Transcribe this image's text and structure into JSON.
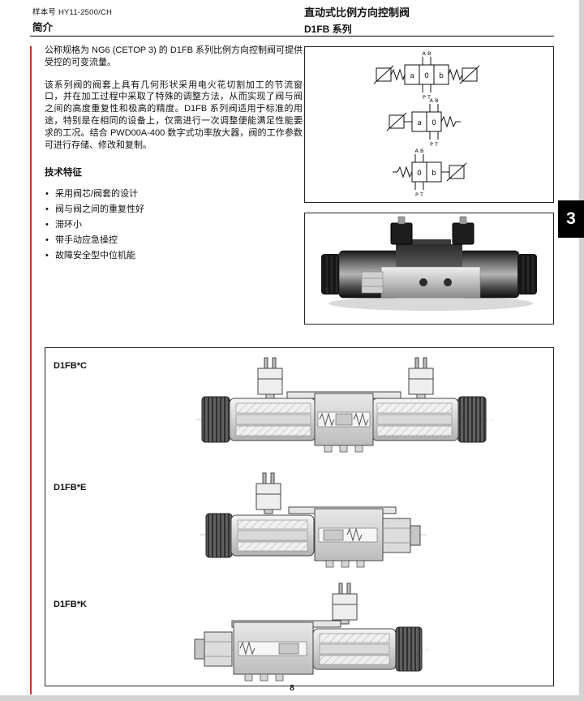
{
  "header": {
    "catalog_no": "样本号 HY11-2500/CH",
    "section": "简介",
    "title": "直动式比例方向控制阀",
    "series": "D1FB 系列",
    "chapter_tab": "3"
  },
  "intro": {
    "para1": "公称规格为 NG6 (CETOP 3) 的 D1FB 系列比例方向控制阀可提供受控的可变流量。",
    "para2": "该系列阀的阀套上具有几何形状采用电火花切割加工的节流窗口，并在加工过程中采取了特殊的调整方法，从而实现了阀与阀之间的高度重复性和极高的精度。D1FB 系列阀适用于标准的用途，特别是在相同的设备上，仅需进行一次调整便能满足性能要求的工况。结合 PWD00A-400 数字式功率放大器，阀的工作参数可进行存储、修改和复制。"
  },
  "features": {
    "heading": "技术特征",
    "items": [
      "采用阀芯/阀套的设计",
      "阀与阀之间的重复性好",
      "滞环小",
      "带手动应急操控",
      "故障安全型中位机能"
    ]
  },
  "schematic": {
    "symbols": [
      {
        "top_ports": "A B",
        "bottom_ports": "P T",
        "cells": [
          "a",
          "0",
          "b"
        ]
      },
      {
        "top_ports": "A B",
        "bottom_ports": "P T",
        "cells": [
          "a",
          "0"
        ]
      },
      {
        "top_ports": "A B",
        "bottom_ports": "P T",
        "cells": [
          "0",
          "b"
        ]
      }
    ]
  },
  "variants": [
    {
      "label": "D1FB*C"
    },
    {
      "label": "D1FB*E"
    },
    {
      "label": "D1FB*K"
    }
  ],
  "footer": {
    "page_number": "8"
  }
}
